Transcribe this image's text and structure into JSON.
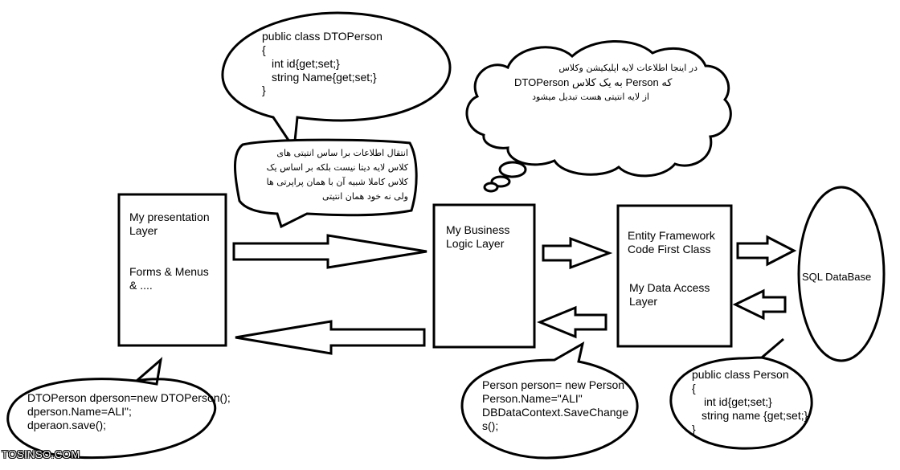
{
  "presentation": {
    "line1": "My presentation",
    "line2": "Layer",
    "line3": "Forms & Menus",
    "line4": "& ...."
  },
  "business": {
    "line1": "My Business",
    "line2": "Logic Layer"
  },
  "data_access": {
    "line1": "Entity Framework",
    "line2": "Code First Class",
    "line3": "My Data Access",
    "line4": "Layer"
  },
  "database": {
    "label": "SQL DataBase"
  },
  "dto_class_bubble": {
    "lines": [
      "public class DTOPerson",
      "{",
      "int id{get;set;}",
      "string Name{get;set;}",
      "}"
    ]
  },
  "persian_note_left": {
    "lines": [
      "انتقال اطلاعات برا ساس انتیتی های",
      "کلاس لایه دیتا نیست بلکه بر اساس یک",
      "کلاس کاملا شبیه آن با همان پراپرتی ها",
      "ولی نه خود همان انتیتی"
    ]
  },
  "persian_thought": {
    "lines": [
      "در اینجا اطلاعات لایه اپلیکیشن وکلاس",
      "DTOPerson به یک کلاس Person که",
      "از لایه انتیتی هست تبدیل میشود"
    ]
  },
  "presentation_code": {
    "lines": [
      "DTOPerson dperson=new DTOPerson();",
      "dperson.Name=ALI\";",
      "dperaon.save();"
    ]
  },
  "business_code": {
    "lines": [
      "Person person= new Person",
      "Person.Name=\"ALI\"",
      "DBDataContext.SaveChange",
      "s();"
    ]
  },
  "entity_class_bubble": {
    "lines": [
      "public class Person",
      "{",
      "int id{get;set;}",
      "string name {get;set;}",
      "}"
    ]
  },
  "watermark": "TOSINSO.COM"
}
